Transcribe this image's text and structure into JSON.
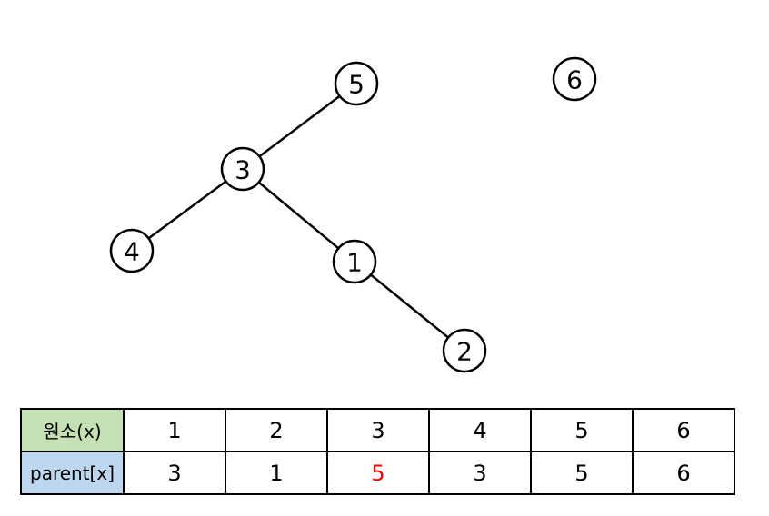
{
  "tree": {
    "nodes": [
      {
        "id": "5",
        "label": "5"
      },
      {
        "id": "6",
        "label": "6"
      },
      {
        "id": "3",
        "label": "3"
      },
      {
        "id": "4",
        "label": "4"
      },
      {
        "id": "1",
        "label": "1"
      },
      {
        "id": "2",
        "label": "2"
      }
    ],
    "edges": [
      {
        "from": "5",
        "to": "3"
      },
      {
        "from": "3",
        "to": "4"
      },
      {
        "from": "3",
        "to": "1"
      },
      {
        "from": "1",
        "to": "2"
      }
    ]
  },
  "table": {
    "row1_header": "원소(x)",
    "row1_header_color": "#c5e0b4",
    "row2_header": "parent[x]",
    "row2_header_color": "#bdd7ee",
    "elements": [
      "1",
      "2",
      "3",
      "4",
      "5",
      "6"
    ],
    "parents": [
      "3",
      "1",
      "5",
      "3",
      "5",
      "6"
    ],
    "highlight_color": "#ff0000",
    "highlighted_parent_index": 2
  }
}
